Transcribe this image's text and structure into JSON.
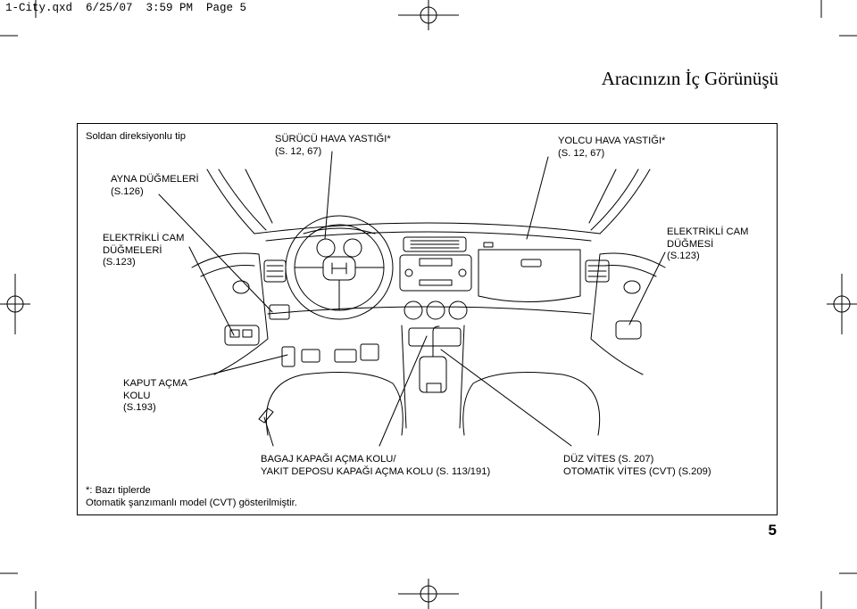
{
  "header": {
    "slug": "1-City.qxd  6/25/07  3:59 PM  Page 5",
    "title": "Aracınızın İç Görünüşü"
  },
  "figure": {
    "variant_label": "Soldan direksiyonlu tip",
    "callouts": {
      "driver_airbag": "SÜRÜCÜ HAVA YASTIĞI*\n(S. 12, 67)",
      "passenger_airbag": "YOLCU HAVA YASTIĞI*\n(S. 12, 67)",
      "mirror_switches": "AYNA DÜĞMELERİ\n(S.126)",
      "power_window_switches": "ELEKTRİKLİ CAM\nDÜĞMELERİ\n(S.123)",
      "power_window_switch": "ELEKTRİKLİ CAM\nDÜĞMESİ\n(S.123)",
      "hood_release": "KAPUT AÇMA\nKOLU\n(S.193)",
      "tailgate_fuel_release": "BAGAJ KAPAĞI AÇMA KOLU/\nYAKIT DEPOSU KAPAĞI AÇMA KOLU (S. 113/191)",
      "shifter": "DÜZ VİTES (S. 207)\nOTOMATİK VİTES (CVT) (S.209)"
    },
    "footnote": "*: Bazı tiplerde\nOtomatik şanzımanlı model (CVT) gösterilmiştir."
  },
  "page_number": "5"
}
